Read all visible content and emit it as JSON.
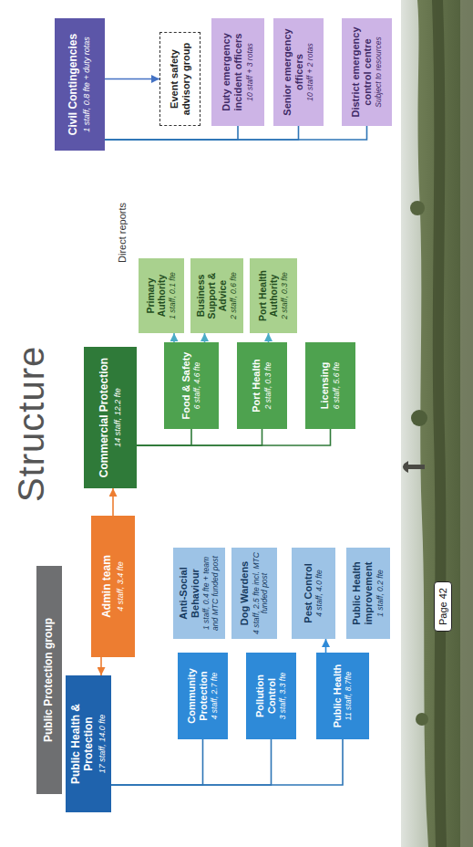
{
  "diagram": {
    "title": "Structure",
    "nodes": [
      {
        "text": [
          "Public Protection group"
        ]
      },
      {
        "text": [
          "Public Health & Protection",
          "17 staff, 14.0 fte"
        ]
      },
      {
        "text": [
          "Admin team",
          "4 staff, 3.4 fte"
        ]
      },
      {
        "text": [
          "Commercial Protection",
          "14 staff, 12.2 fte"
        ]
      },
      {
        "text": [
          "Civil Contingencies",
          "1 staff, 0.8 fte + duty rotas"
        ]
      },
      {
        "text": [
          "Community Protection",
          "4 staff, 2.7 fte"
        ]
      },
      {
        "text": [
          "Pollution Control",
          "3 staff, 3.3 fte"
        ]
      },
      {
        "text": [
          "Public Health",
          "11 staff, 8.7fte"
        ]
      },
      {
        "text": [
          "Anti-Social Behaviour",
          "1 staff, 0.4 fte + team and MTC funded post"
        ]
      },
      {
        "text": [
          "Dog Wardens",
          "4 staff, 2.5 fte incl. MTC funded post"
        ]
      },
      {
        "text": [
          "Pest Control",
          "4 staff, 4.0 fte"
        ]
      },
      {
        "text": [
          "Public Health improvement",
          "1 staff, 0.2 fte"
        ]
      },
      {
        "text": [
          "Food & Safety",
          "6 staff, 4.6 fte"
        ]
      },
      {
        "text": [
          "Port Health",
          "2 staff, 0.3 fte"
        ]
      },
      {
        "text": [
          "Licensing",
          "6 staff, 5.6 fte"
        ]
      },
      {
        "text": [
          "Primary Authority",
          "1 staff, 0.1 fte"
        ]
      },
      {
        "text": [
          "Business Support & Advice",
          "2 staff, 0.6 fte"
        ]
      },
      {
        "text": [
          "Port Health Authority",
          "2 staff, 0.3 fte"
        ]
      },
      {
        "text": [
          "Event safety advisory group"
        ]
      },
      {
        "text": [
          "Duty emergency incident officers",
          "10 staff + 3 rotas"
        ]
      },
      {
        "text": [
          "Senior emergency officers",
          "10 staff + 2 rotas"
        ]
      },
      {
        "text": [
          "District emergency control centre",
          "Subject to resources"
        ]
      }
    ],
    "edges": [
      {
        "from": 2,
        "to": 1,
        "arrow": "to"
      },
      {
        "from": 2,
        "to": 3,
        "arrow": "to"
      },
      {
        "from": 1,
        "to": 5,
        "arrow": "none"
      },
      {
        "from": 1,
        "to": 6,
        "arrow": "none"
      },
      {
        "from": 1,
        "to": 7,
        "arrow": "none"
      },
      {
        "from": 7,
        "to": 10,
        "arrow": "to"
      },
      {
        "from": 3,
        "to": 12,
        "arrow": "none"
      },
      {
        "from": 3,
        "to": 13,
        "arrow": "none"
      },
      {
        "from": 3,
        "to": 14,
        "arrow": "none"
      },
      {
        "from": 12,
        "to": 15,
        "arrow": "to"
      },
      {
        "from": 12,
        "to": 16,
        "arrow": "to"
      },
      {
        "from": 13,
        "to": 17,
        "arrow": "to"
      },
      {
        "from": 4,
        "to": 18,
        "arrow": "to"
      },
      {
        "from": 4,
        "to": 19,
        "arrow": "none"
      },
      {
        "from": 4,
        "to": 20,
        "arrow": "none"
      },
      {
        "from": 4,
        "to": 21,
        "arrow": "none"
      }
    ],
    "labels": [
      "Direct reports",
      "Page 42"
    ]
  }
}
